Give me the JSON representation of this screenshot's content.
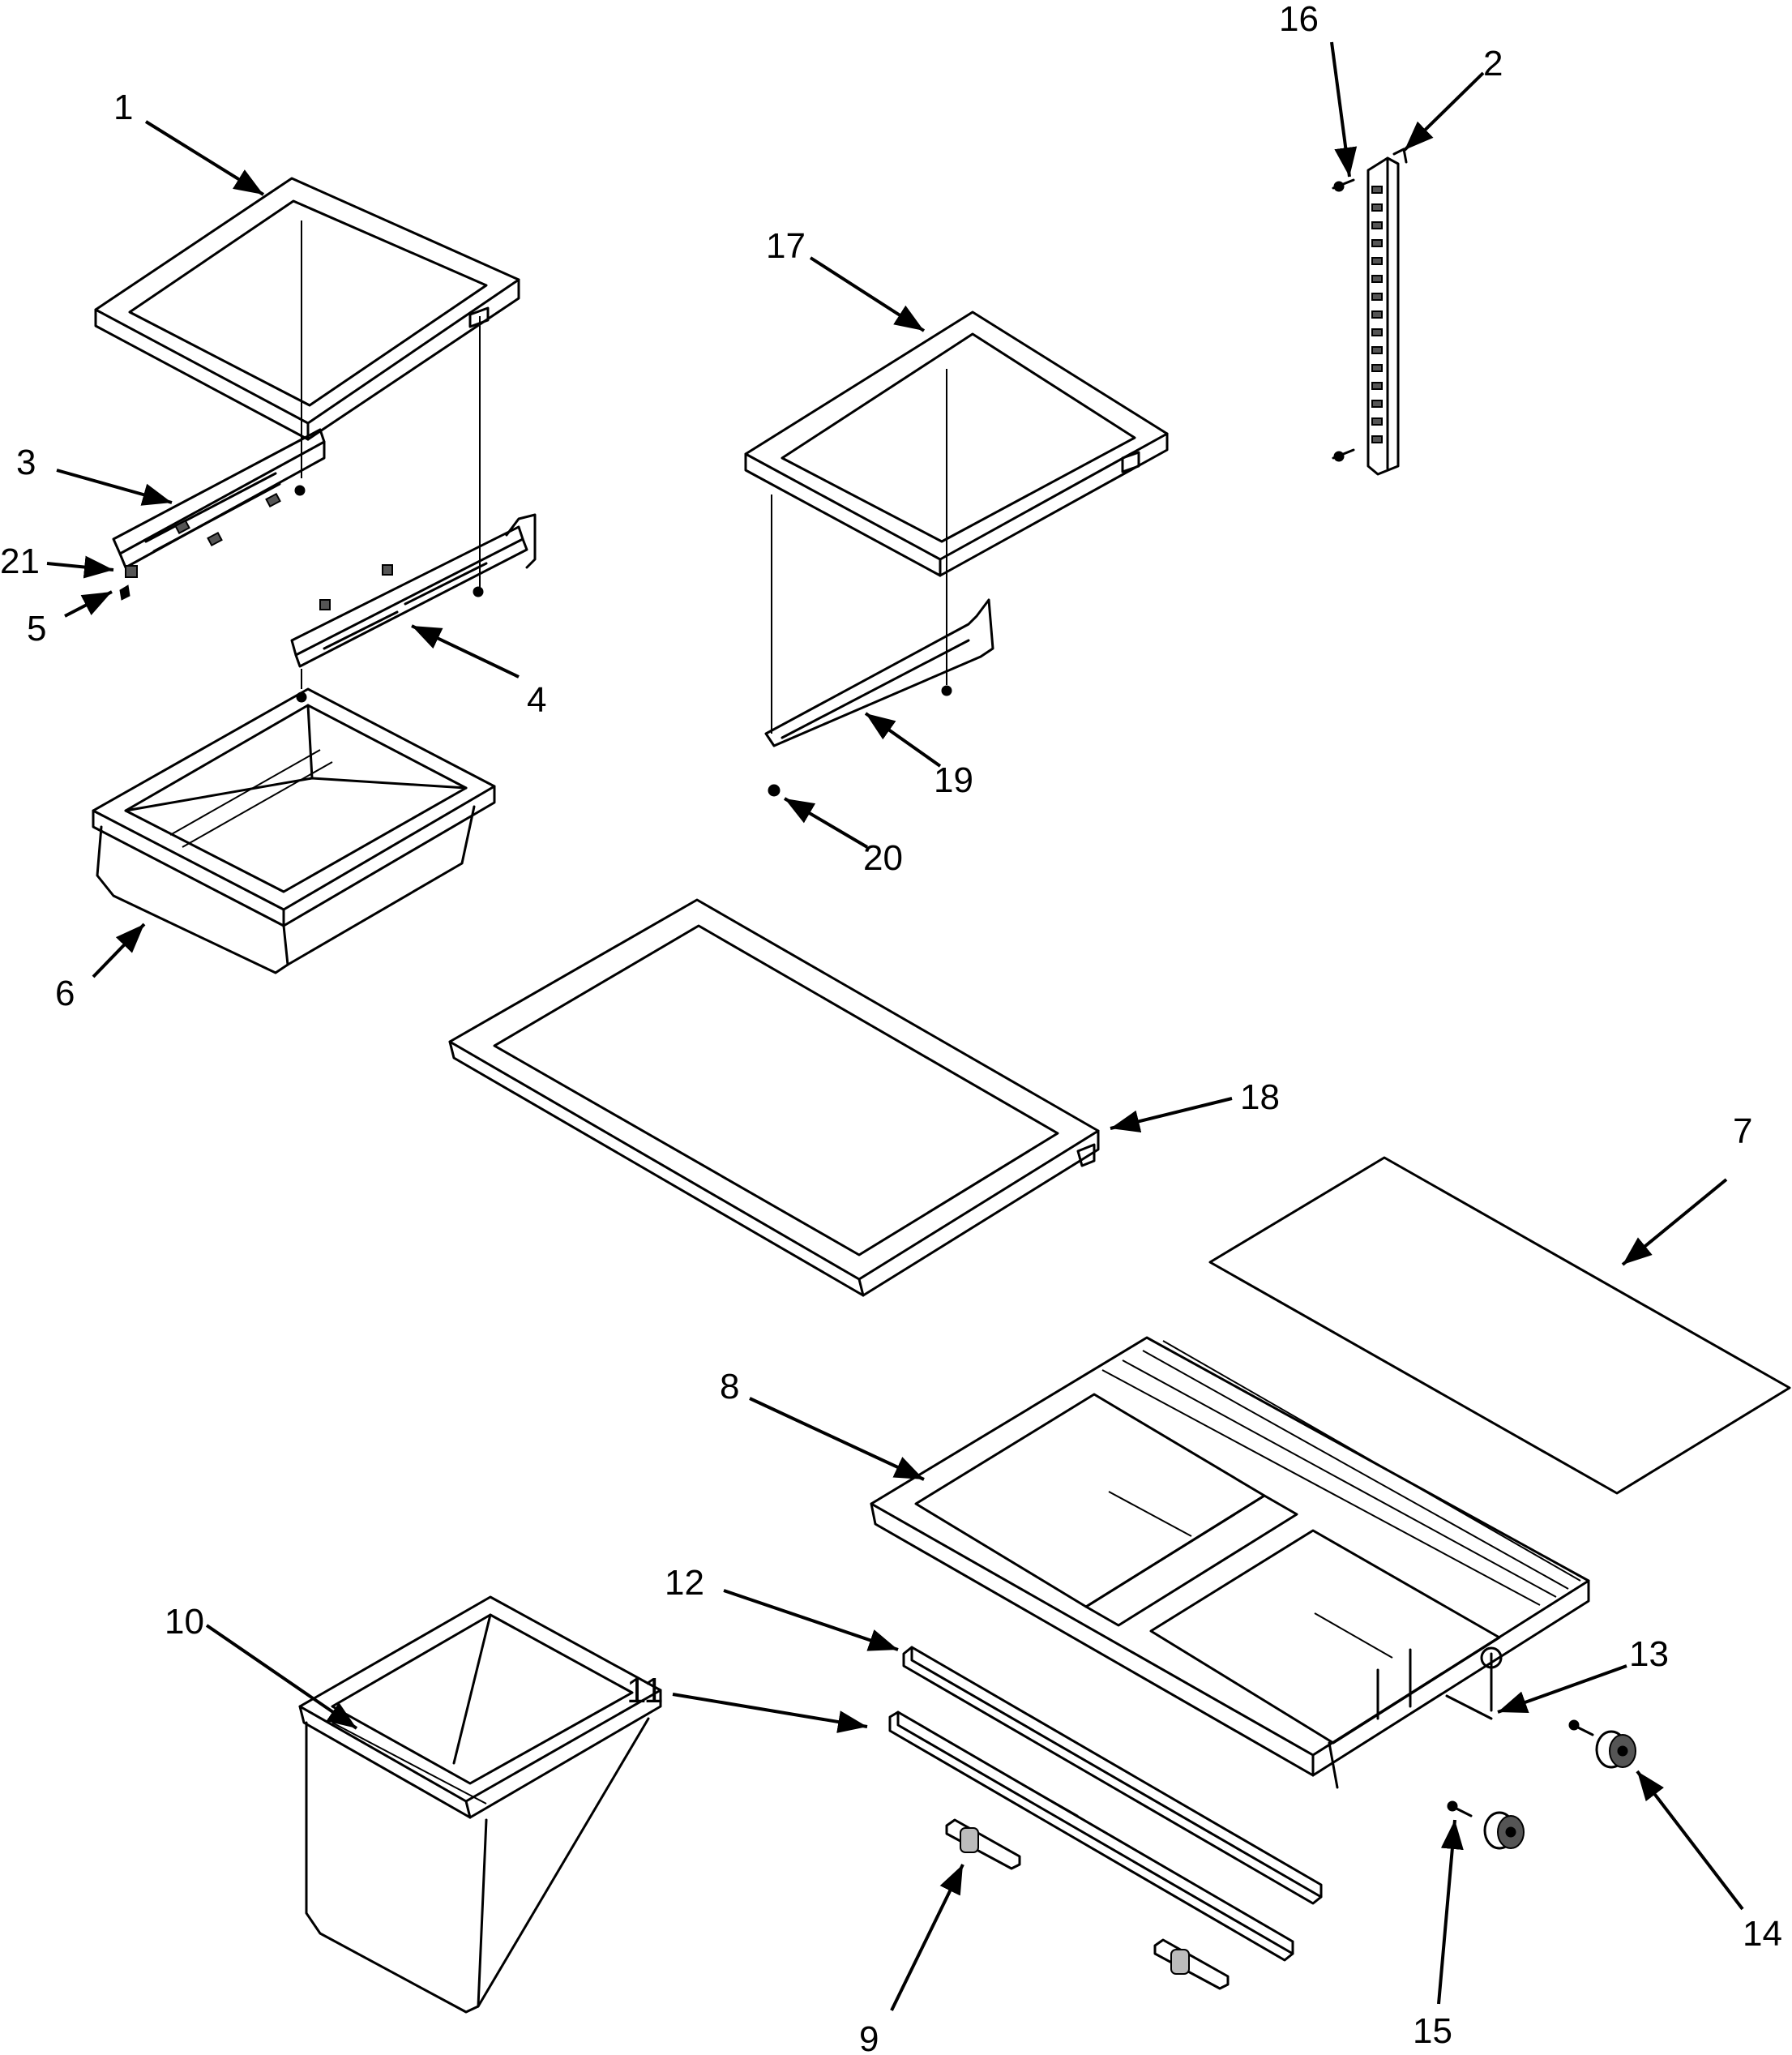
{
  "callouts": [
    {
      "id": "c1",
      "text": "1"
    },
    {
      "id": "c2",
      "text": "2"
    },
    {
      "id": "c3",
      "text": "3"
    },
    {
      "id": "c4",
      "text": "4"
    },
    {
      "id": "c5",
      "text": "5"
    },
    {
      "id": "c6",
      "text": "6"
    },
    {
      "id": "c7",
      "text": "7"
    },
    {
      "id": "c8",
      "text": "8"
    },
    {
      "id": "c9",
      "text": "9"
    },
    {
      "id": "c10",
      "text": "10"
    },
    {
      "id": "c11",
      "text": "11"
    },
    {
      "id": "c12",
      "text": "12"
    },
    {
      "id": "c13",
      "text": "13"
    },
    {
      "id": "c14",
      "text": "14"
    },
    {
      "id": "c15",
      "text": "15"
    },
    {
      "id": "c16",
      "text": "16"
    },
    {
      "id": "c17",
      "text": "17"
    },
    {
      "id": "c18",
      "text": "18"
    },
    {
      "id": "c19",
      "text": "19"
    },
    {
      "id": "c20",
      "text": "20"
    },
    {
      "id": "c21",
      "text": "21"
    }
  ]
}
